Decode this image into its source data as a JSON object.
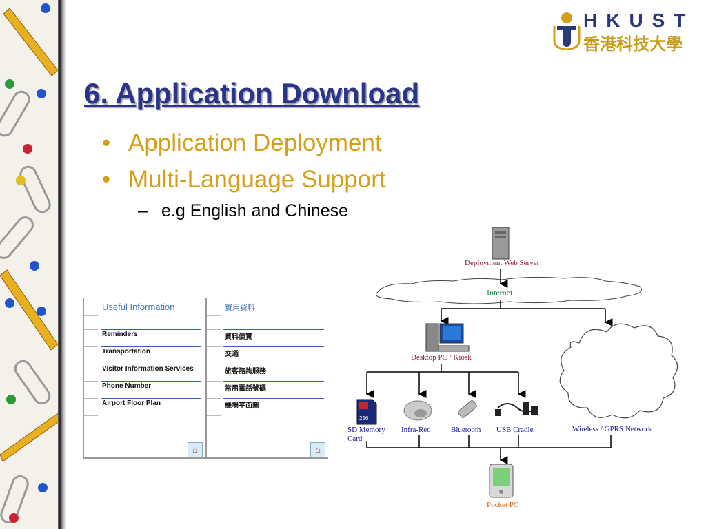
{
  "slide": {
    "title": "6. Application Download",
    "bullets": [
      "Application Deployment",
      "Multi-Language Support"
    ],
    "sub_bullet": "e.g English and Chinese"
  },
  "logo": {
    "english": "HKUST",
    "chinese": "香港科技大學"
  },
  "panel_en": {
    "title": "Useful Information",
    "items": [
      "Reminders",
      "Transportation",
      "Visitor Information Services",
      "Phone Number",
      "Airport Floor Plan"
    ]
  },
  "panel_zh": {
    "title": "實用資料",
    "items": [
      "資料便覽",
      "交通",
      "旅客諮詢服務",
      "常用電話號碼",
      "機場平面圖"
    ]
  },
  "diagram": {
    "server": "Deployment Web Server",
    "internet": "Internet",
    "desktop": "Desktop PC / Kiosk",
    "sd": "SD Memory",
    "sd2": "Card",
    "sd_chip": "256",
    "infrared": "Infra-Red",
    "bluetooth": "Bluetooth",
    "usb": "USB Cradle",
    "wireless": "Wireless / GPRS Network",
    "pocket": "Pocket PC"
  },
  "colors": {
    "title": "#2a3489",
    "bullet": "#d4a017",
    "panel_line": "#3a5fa8",
    "label_maroon": "#8b1a3e",
    "label_blue": "#1a1a9e",
    "label_orange": "#d85c00"
  },
  "icons": [
    "hkust-emblem-icon",
    "home-icon",
    "server-icon",
    "desktop-pc-icon",
    "sd-card-icon",
    "infrared-icon",
    "bluetooth-icon",
    "usb-cradle-icon",
    "pocket-pc-icon",
    "cloud-icon",
    "pencil-icon",
    "paperclip-icon",
    "pushpin-icon"
  ]
}
